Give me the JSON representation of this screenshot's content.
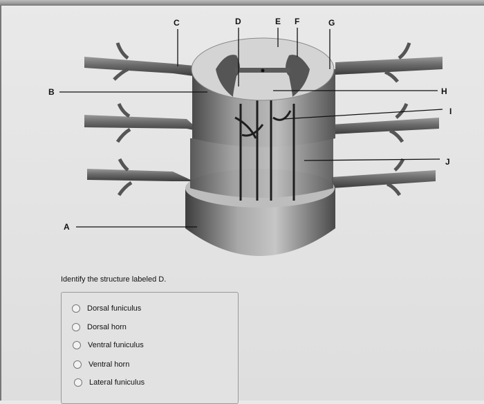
{
  "figure": {
    "labels": {
      "A": "A",
      "B": "B",
      "C": "C",
      "D": "D",
      "E": "E",
      "F": "F",
      "G": "G",
      "H": "H",
      "I": "I",
      "J": "J"
    }
  },
  "question": "Identify the structure labeled D.",
  "options": [
    "Dorsal funiculus",
    "Dorsal horn",
    "Ventral funiculus",
    "Ventral horn",
    "Lateral funiculus"
  ]
}
